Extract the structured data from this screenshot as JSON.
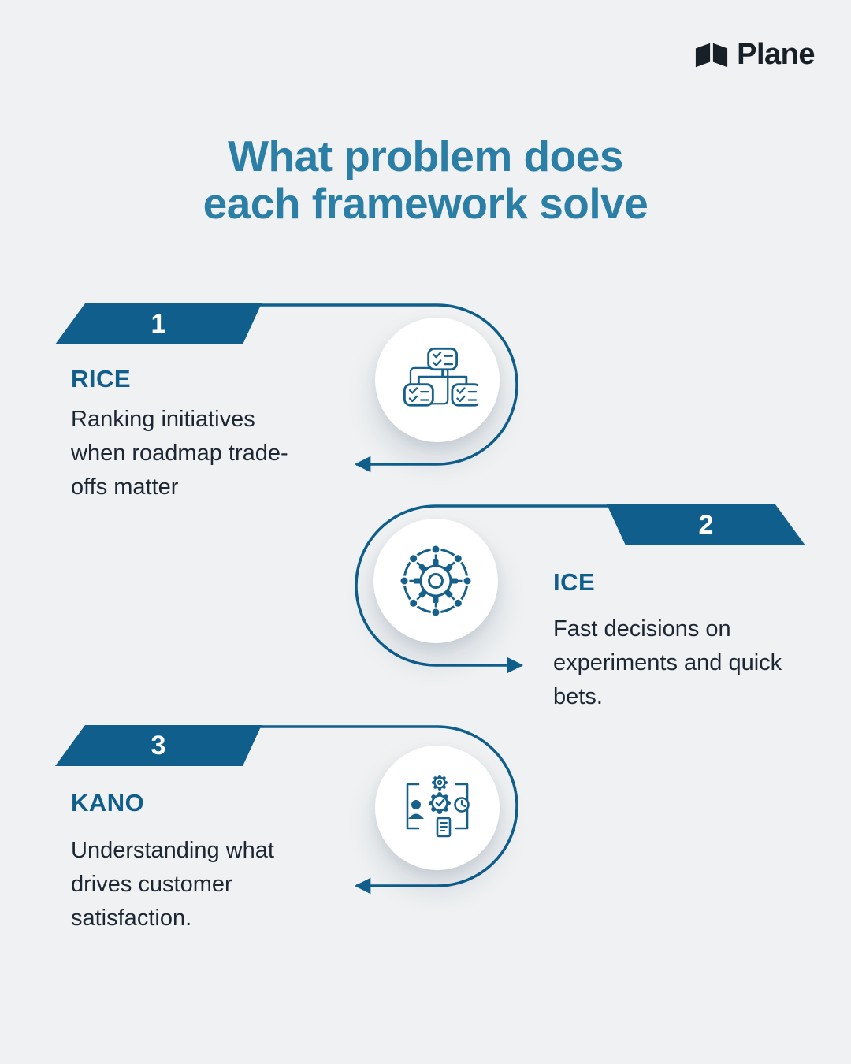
{
  "logo": {
    "text": "Plane"
  },
  "title": {
    "line1": "What problem does",
    "line2": "each framework solve"
  },
  "sections": [
    {
      "number": "1",
      "name": "RICE",
      "description": "Ranking initiatives when roadmap trade-offs matter",
      "icon": "decision-tree-checklist-icon"
    },
    {
      "number": "2",
      "name": "ICE",
      "description": "Fast decisions on experiments and quick bets.",
      "icon": "gear-network-icon"
    },
    {
      "number": "3",
      "name": "KANO",
      "description": "Understanding what drives customer satisfaction.",
      "icon": "customer-satisfaction-process-icon"
    }
  ],
  "colors": {
    "accent": "#0f5e8c",
    "icon_stroke": "#16618c",
    "title": "#2b7ea6",
    "body_text": "#1d2733",
    "background": "#eff1f2",
    "logo_text": "#171f27"
  }
}
